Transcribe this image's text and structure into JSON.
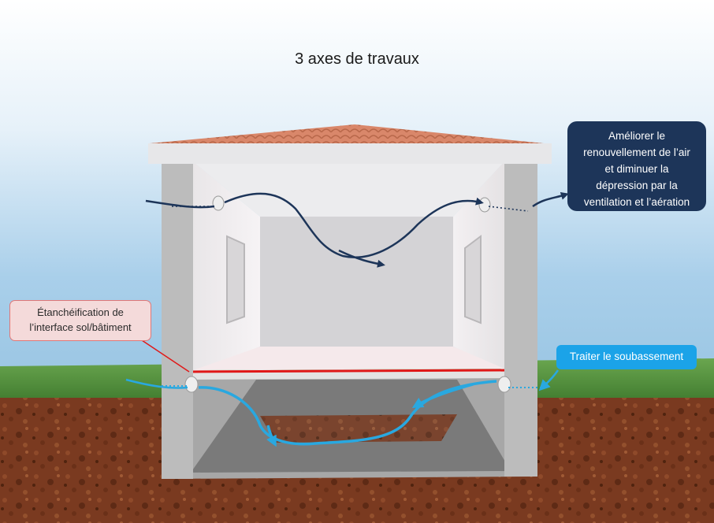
{
  "title": "3 axes de travaux",
  "callouts": {
    "air": {
      "lines": [
        "Améliorer le",
        "renouvellement de l’air",
        "et diminuer la",
        "dépression par la",
        "ventilation et l’aération"
      ],
      "bg": "#1d3559",
      "text_color": "#ffffff"
    },
    "seal": {
      "lines": [
        "Étanchéification de",
        "l’interface sol/bâtiment"
      ],
      "bg": "#f4dada",
      "border": "#e07777"
    },
    "base": {
      "lines": [
        "Traiter le soubassement"
      ],
      "bg": "#1ba3e8",
      "text_color": "#ffffff"
    }
  },
  "colors": {
    "air_flow": "#1d3559",
    "soil_gas_flow": "#29a8e0",
    "seal_line": "#e01818",
    "roof_tiles": "#d9876a",
    "grass": "#4f8f3a",
    "soil": "#7a3a20",
    "sky_top": "#9cc7e4"
  },
  "icons": [
    "air-vent-icon",
    "arrow-icon"
  ]
}
